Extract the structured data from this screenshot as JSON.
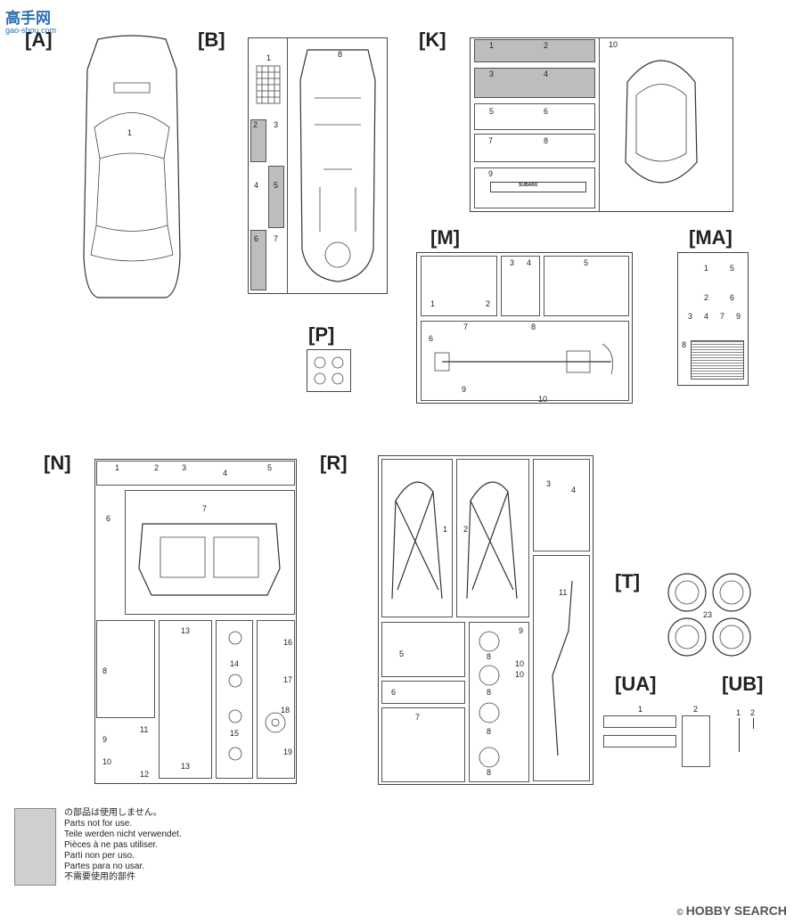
{
  "watermark": {
    "chinese": "高手网",
    "url": "gao-shou.com"
  },
  "sprues": [
    {
      "id": "A",
      "label": "[A]"
    },
    {
      "id": "B",
      "label": "[B]"
    },
    {
      "id": "K",
      "label": "[K]"
    },
    {
      "id": "M",
      "label": "[M]"
    },
    {
      "id": "MA",
      "label": "[MA]"
    },
    {
      "id": "P",
      "label": "[P]"
    },
    {
      "id": "N",
      "label": "[N]"
    },
    {
      "id": "R",
      "label": "[R]"
    },
    {
      "id": "T",
      "label": "[T]"
    },
    {
      "id": "UA",
      "label": "[UA]"
    },
    {
      "id": "UB",
      "label": "[UB]"
    }
  ],
  "parts": {
    "A": [
      "1"
    ],
    "B": [
      "1",
      "2",
      "3",
      "4",
      "5",
      "6",
      "7",
      "8"
    ],
    "K": [
      "1",
      "2",
      "3",
      "4",
      "5",
      "6",
      "7",
      "8",
      "9",
      "10"
    ],
    "M": [
      "1",
      "2",
      "3",
      "4",
      "5",
      "6",
      "7",
      "8",
      "9",
      "10"
    ],
    "MA": [
      "1",
      "5",
      "2",
      "6",
      "3",
      "4",
      "7",
      "9",
      "8"
    ],
    "N": [
      "1",
      "2",
      "3",
      "4",
      "5",
      "6",
      "7",
      "8",
      "9",
      "10",
      "11",
      "12",
      "13",
      "13",
      "14",
      "15",
      "16",
      "17",
      "18",
      "19"
    ],
    "R": [
      "1",
      "2",
      "3",
      "4",
      "5",
      "6",
      "7",
      "8",
      "8",
      "8",
      "8",
      "9",
      "10",
      "10",
      "11"
    ],
    "T": [
      "23"
    ],
    "UA": [
      "1",
      "2"
    ],
    "UB": [
      "1",
      "2"
    ]
  },
  "k_decal_text": "SUBARU",
  "legend": {
    "lines": [
      "の部品は使用しません。",
      "Parts not for use.",
      "Teile werden nicht verwendet.",
      "Pièces à ne pas utiliser.",
      "Parti non per uso.",
      "Partes para no usar.",
      "不需要使用的部件"
    ]
  },
  "footer": {
    "brand": "HOBBY SEARCH",
    "copyright": "©"
  }
}
